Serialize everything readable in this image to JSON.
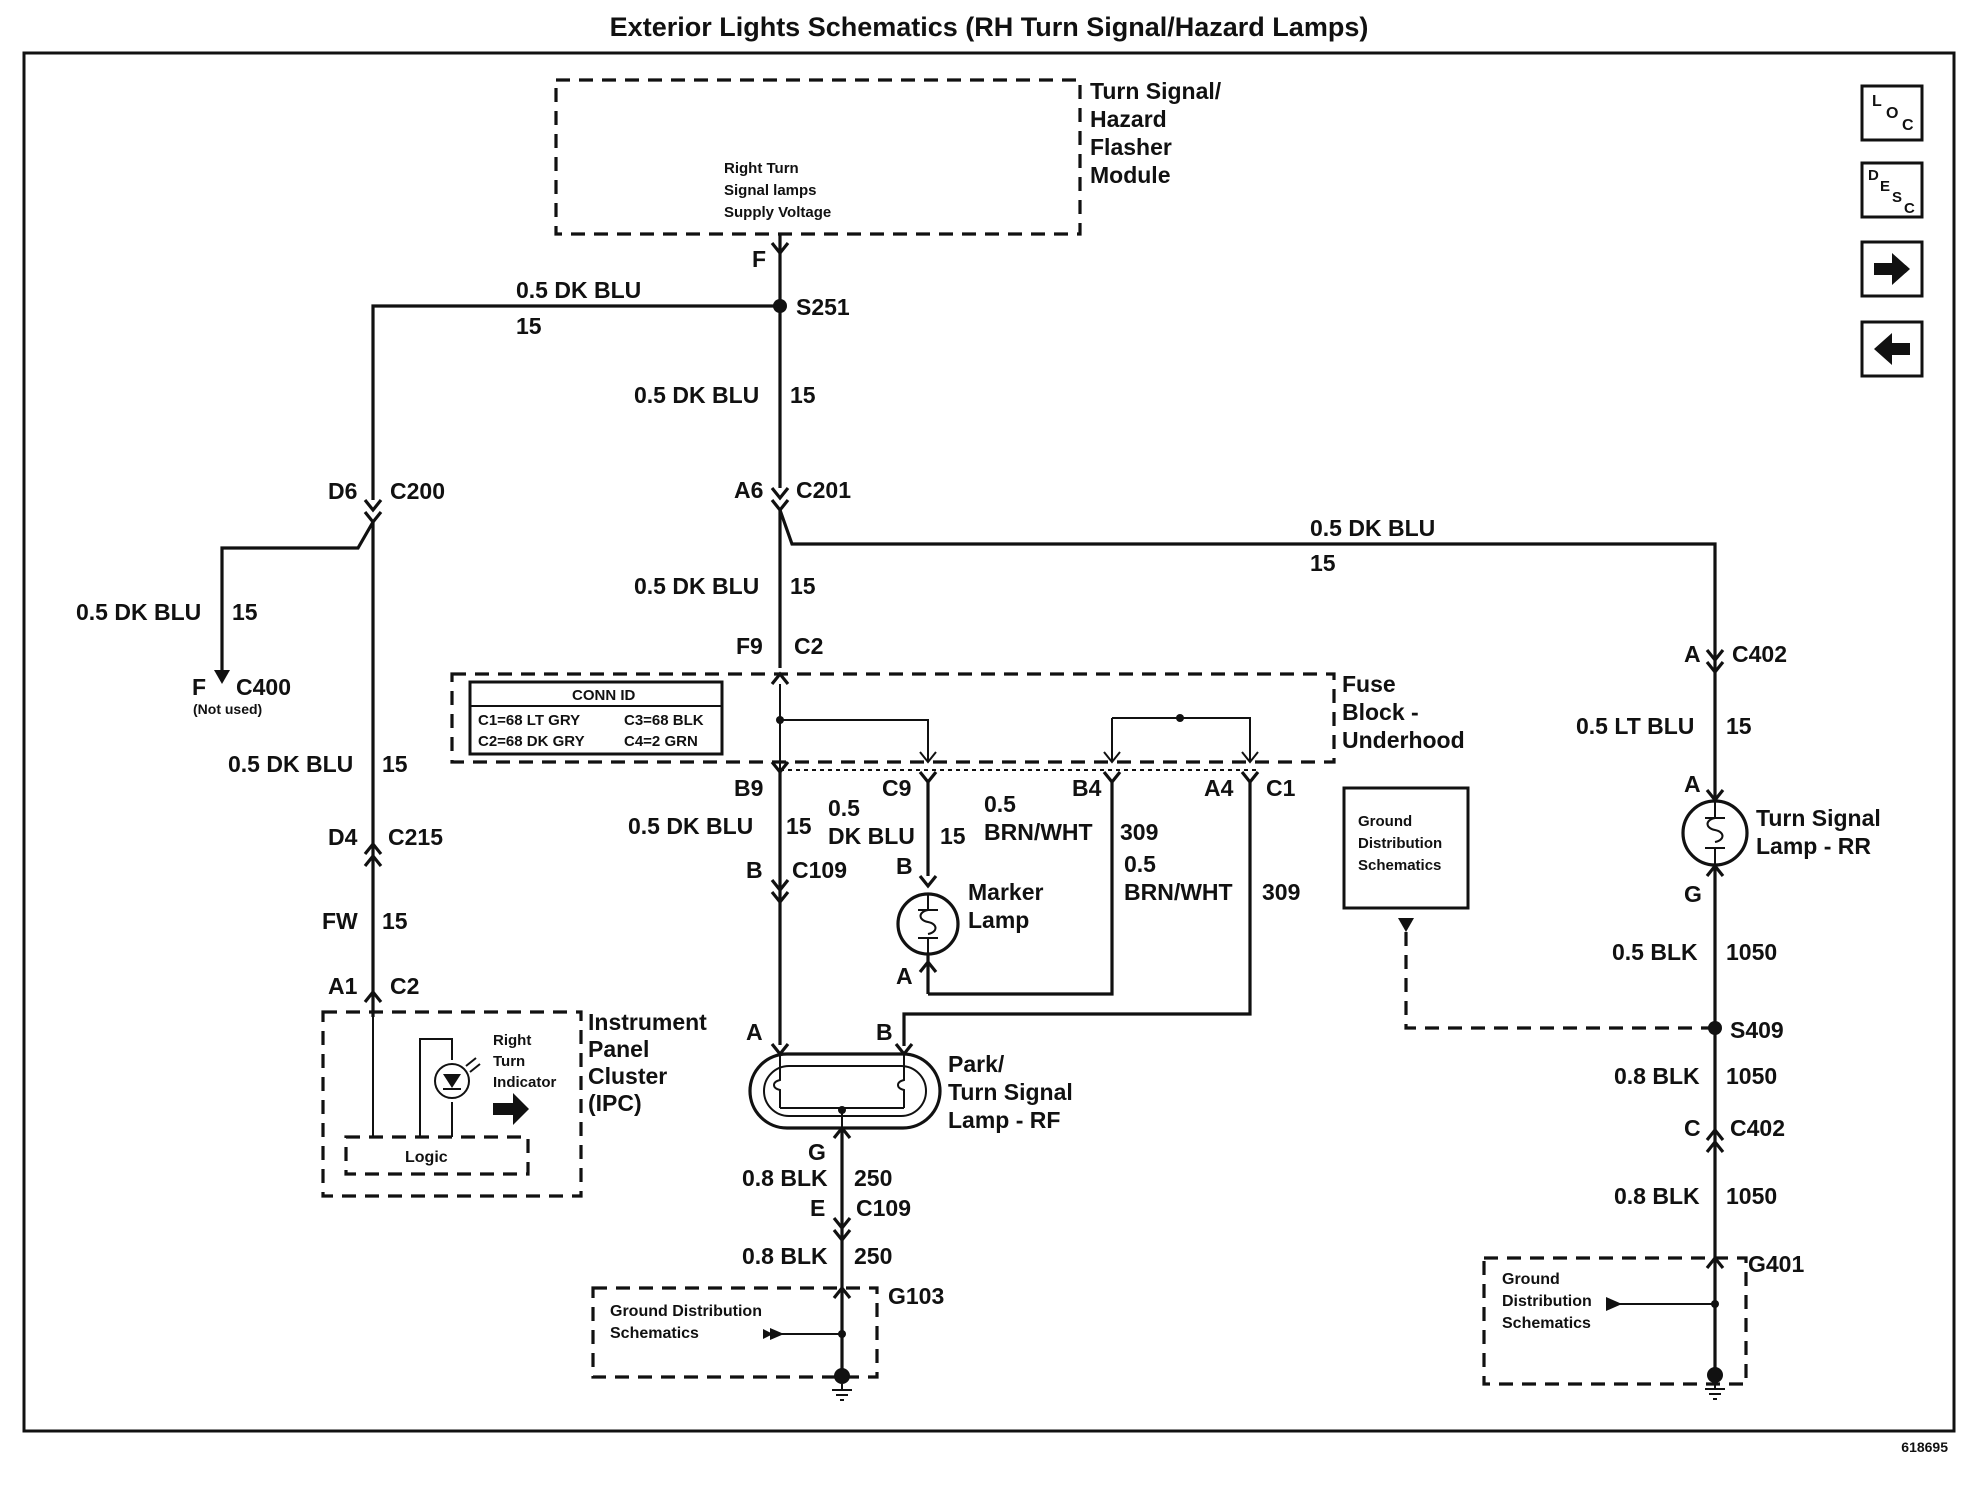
{
  "title": "Exterior Lights Schematics (RH Turn Signal/Hazard Lamps)",
  "figure_id": "618695",
  "nav_buttons": {
    "loc": [
      "L",
      "O",
      "C"
    ],
    "desc": [
      "D",
      "E",
      "S",
      "C"
    ]
  },
  "flasher_module": {
    "name_lines": [
      "Turn Signal/",
      "Hazard",
      "Flasher",
      "Module"
    ],
    "inner_lines": [
      "Right Turn",
      "Signal lamps",
      "Supply Voltage"
    ],
    "pin": "F"
  },
  "splices": {
    "s251": "S251",
    "s409": "S409"
  },
  "wires": {
    "top_left_color": "0.5 DK BLU",
    "top_left_circuit": "15",
    "center_1_color": "0.5 DK BLU",
    "center_1_circuit": "15",
    "center_2_color": "0.5 DK BLU",
    "center_2_circuit": "15",
    "right_long_color": "0.5 DK BLU",
    "right_long_circuit": "15",
    "left_c400_color": "0.5 DK BLU",
    "left_c400_circuit": "15",
    "left_mid_color": "0.5 DK BLU",
    "left_mid_circuit": "15",
    "left_fw_color": "FW",
    "left_fw_circuit": "15",
    "b9_color": "0.5 DK BLU",
    "b9_circuit": "15",
    "c9_color_1": "0.5",
    "c9_color_2": "DK BLU",
    "c9_circuit": "15",
    "b4_color_1": "0.5",
    "b4_color_2": "BRN/WHT",
    "b4_circuit": "309",
    "a4_color_1": "0.5",
    "a4_color_2": "BRN/WHT",
    "a4_circuit": "309",
    "rr_in_color": "0.5 LT BLU",
    "rr_in_circuit": "15",
    "rr_out_color": "0.5 BLK",
    "rr_out_circuit": "1050",
    "rr_gnd1_color": "0.8 BLK",
    "rr_gnd1_circuit": "1050",
    "rr_gnd2_color": "0.8 BLK",
    "rr_gnd2_circuit": "1050",
    "rf_gnd1_color": "0.8 BLK",
    "rf_gnd1_circuit": "250",
    "rf_gnd2_color": "0.8 BLK",
    "rf_gnd2_circuit": "250"
  },
  "connectors": {
    "d6": "D6",
    "c200": "C200",
    "a6": "A6",
    "c201": "C201",
    "f9": "F9",
    "c2_fuse": "C2",
    "c400_pin": "F",
    "c400": "C400",
    "c400_note": "(Not used)",
    "d4": "D4",
    "c215": "C215",
    "a1": "A1",
    "c2_ipc": "C2",
    "b9": "B9",
    "c9": "C9",
    "b4": "B4",
    "a4": "A4",
    "c1": "C1",
    "b_c109": "B",
    "c109_a": "C109",
    "marker_b": "B",
    "marker_a": "A",
    "rf_a": "A",
    "rf_b": "B",
    "rf_g": "G",
    "e_c109": "E",
    "c109_b": "C109",
    "g103": "G103",
    "rr_c402_pin": "A",
    "c402_top": "C402",
    "rr_lamp_a": "A",
    "rr_lamp_g": "G",
    "c402_pin_c": "C",
    "c402_bottom": "C402",
    "g401": "G401"
  },
  "fuse_block": {
    "name_lines": [
      "Fuse",
      "Block -",
      "Underhood"
    ],
    "conn_id_title": "CONN ID",
    "conn_id_rows": [
      [
        "C1=68 LT GRY",
        "C3=68 BLK"
      ],
      [
        "C2=68 DK GRY",
        "C4=2 GRN"
      ]
    ]
  },
  "ipc": {
    "name_lines": [
      "Instrument",
      "Panel",
      "Cluster",
      "(IPC)"
    ],
    "indicator_lines": [
      "Right",
      "Turn",
      "Indicator"
    ],
    "logic": "Logic"
  },
  "lamps": {
    "marker_lines": [
      "Marker",
      "Lamp"
    ],
    "park_lines": [
      "Park/",
      "Turn Signal",
      "Lamp - RF"
    ],
    "rr_lines": [
      "Turn Signal",
      "Lamp - RR"
    ]
  },
  "ground_boxes": {
    "center_lines": [
      "Ground",
      "Distribution",
      "Schematics"
    ],
    "g103_lines": [
      "Ground Distribution",
      "Schematics"
    ],
    "g401_lines": [
      "Ground",
      "Distribution",
      "Schematics"
    ]
  }
}
